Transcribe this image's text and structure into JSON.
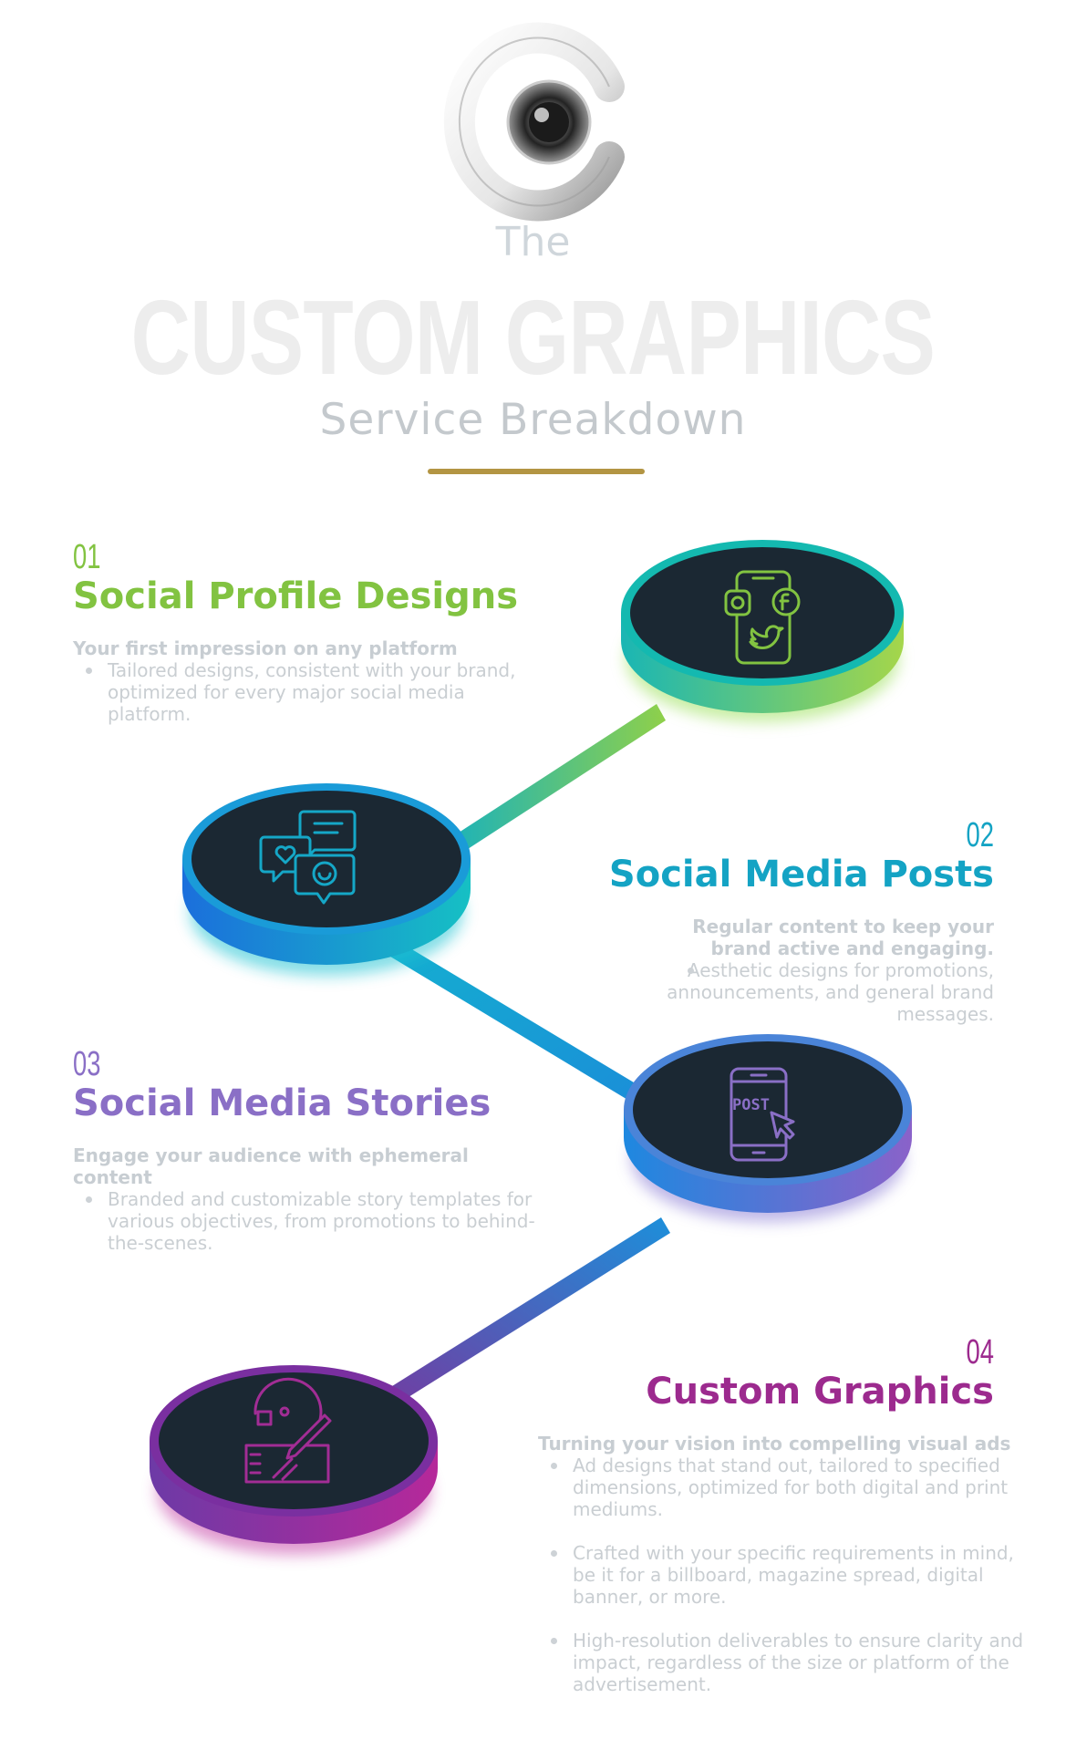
{
  "header": {
    "pre_title": "The",
    "title": "CUSTOM GRAPHICS",
    "subtitle": "Service Breakdown"
  },
  "logo": {
    "icon": "camera-lens-c-logo-icon"
  },
  "colors": {
    "accent_rule": "#b39543",
    "green": "#82c341",
    "teal": "#1aa7c4",
    "purple": "#8a6fc6",
    "magenta": "#9c2a8e",
    "node_fill": "#1b2833"
  },
  "sections": [
    {
      "number": "01",
      "title": "Social Profile Designs",
      "lead": "Your first impression on any platform",
      "bullets": [
        "Tailored designs, consistent with your brand, optimized for every major social media platform."
      ],
      "color": "#82c341",
      "icon": "smartphone-social-icon"
    },
    {
      "number": "02",
      "title": "Social Media Posts",
      "lead": "Regular content to keep your brand active and engaging.",
      "bullets": [
        "Aesthetic designs for promotions, announcements, and general brand messages."
      ],
      "color": "#14a3c4",
      "icon": "chat-bubbles-icon"
    },
    {
      "number": "03",
      "title": "Social Media Stories",
      "lead": "Engage your audience with ephemeral content",
      "bullets": [
        "Branded and customizable story templates for various objectives, from promotions to behind-the-scenes."
      ],
      "color": "#8a6fc6",
      "icon": "phone-post-icon"
    },
    {
      "number": "04",
      "title": "Custom Graphics",
      "lead": "Turning your vision into compelling visual ads",
      "bullets": [
        "Ad designs that stand out, tailored to specified dimensions, optimized for both digital and print mediums.",
        "Crafted with your specific requirements in mind, be it for a billboard, magazine spread, digital banner, or more.",
        "High-resolution deliverables to ensure clarity and impact, regardless of the size or platform of the advertisement."
      ],
      "color": "#9c2a8e",
      "icon": "design-tablet-icon"
    }
  ]
}
